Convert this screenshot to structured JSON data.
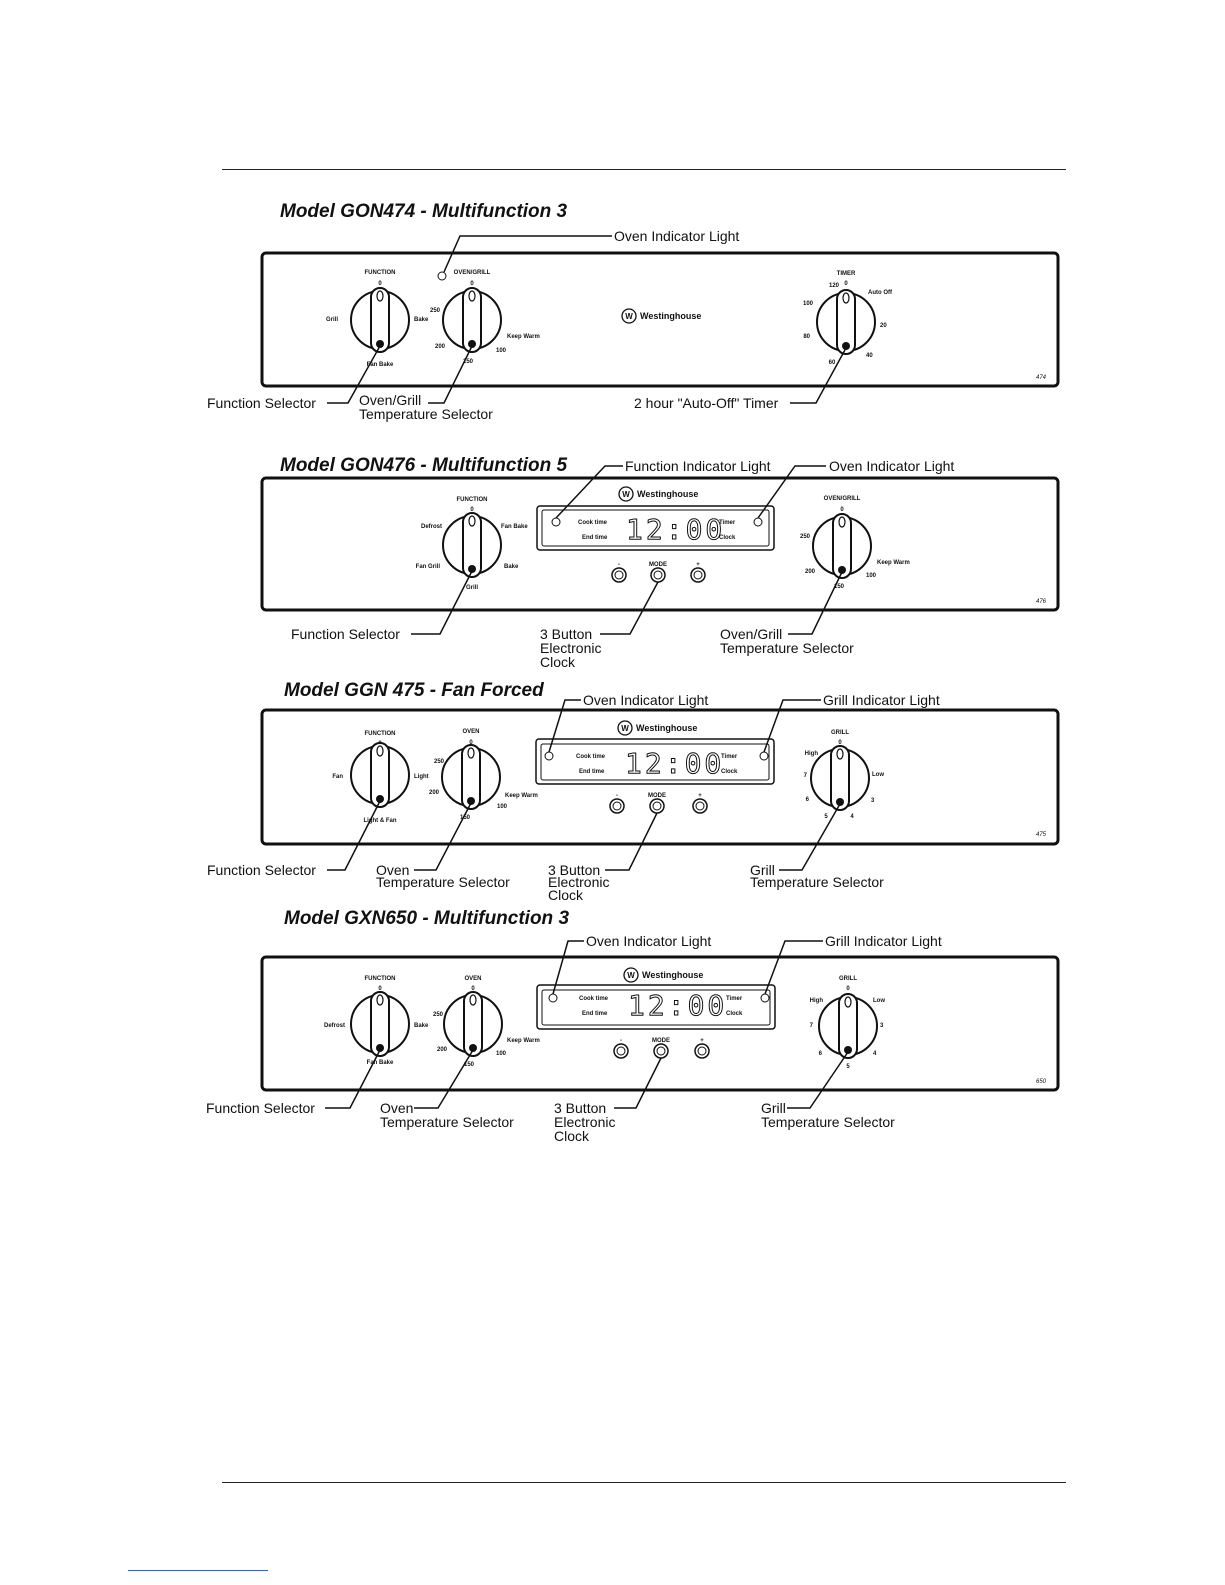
{
  "sections": [
    {
      "title": "Model  GON474  -  Multifunction 3",
      "model_code": "474",
      "brand": "Westinghouse",
      "knobs": [
        {
          "header": "FUNCTION",
          "labels": [
            "0",
            "Grill",
            "Bake",
            "Fan Bake"
          ]
        },
        {
          "header": "OVEN/GRILL",
          "labels": [
            "0",
            "250",
            "Keep Warm",
            "200",
            "100",
            "150"
          ]
        },
        {
          "header": "TIMER",
          "labels": [
            "120",
            "0",
            "Auto Off",
            "100",
            "20",
            "80",
            "40",
            "60"
          ]
        }
      ],
      "callouts": [
        "Oven Indicator Light",
        "Function Selector",
        "Oven/Grill",
        "Temperature Selector",
        "2 hour \"Auto-Off\" Timer"
      ]
    },
    {
      "title": "Model  GON476  -  Multifunction 5",
      "model_code": "476",
      "brand": "Westinghouse",
      "knobs": [
        {
          "header": "FUNCTION",
          "labels": [
            "0",
            "Defrost",
            "Fan Bake",
            "Fan Grill",
            "Bake",
            "Grill"
          ]
        },
        {
          "header": "OVEN/GRILL",
          "labels": [
            "0",
            "250",
            "Keep Warm",
            "200",
            "100",
            "150"
          ]
        }
      ],
      "clock": {
        "time": "12:00",
        "left_top": "Cook time",
        "left_bottom": "End time",
        "right_top": "Timer",
        "right_bottom": "Clock",
        "buttons": [
          "-",
          "MODE",
          "+"
        ]
      },
      "callouts": [
        "Function Indicator Light",
        "Oven Indicator Light",
        "Function Selector",
        "3 Button",
        "Electronic",
        "Clock",
        "Oven/Grill",
        "Temperature Selector"
      ]
    },
    {
      "title": "Model  GGN 475 - Fan Forced",
      "model_code": "475",
      "brand": "Westinghouse",
      "knobs": [
        {
          "header": "FUNCTION",
          "labels": [
            "0",
            "Fan",
            "Light",
            "Light & Fan"
          ]
        },
        {
          "header": "OVEN",
          "labels": [
            "0",
            "250",
            "200",
            "Keep Warm",
            "100",
            "150"
          ]
        },
        {
          "header": "GRILL",
          "labels": [
            "0",
            "High",
            "Low",
            "7",
            "3",
            "6",
            "4",
            "5"
          ]
        }
      ],
      "clock": {
        "time": "12:00",
        "left_top": "Cook time",
        "left_bottom": "End time",
        "right_top": "Timer",
        "right_bottom": "Clock",
        "buttons": [
          "-",
          "MODE",
          "+"
        ]
      },
      "callouts": [
        "Oven Indicator Light",
        "Grill Indicator Light",
        "Function Selector",
        "Oven",
        "Temperature Selector",
        "3 Button",
        "Electronic",
        "Clock",
        "Grill",
        "Temperature Selector"
      ]
    },
    {
      "title": "Model  GXN650  -  Multifunction 3",
      "model_code": "650",
      "brand": "Westinghouse",
      "knobs": [
        {
          "header": "FUNCTION",
          "labels": [
            "0",
            "Defrost",
            "Bake",
            "Fan Bake"
          ]
        },
        {
          "header": "OVEN",
          "labels": [
            "0",
            "250",
            "Keep Warm",
            "200",
            "100",
            "150"
          ]
        },
        {
          "header": "GRILL",
          "labels": [
            "0",
            "High",
            "Low",
            "7",
            "3",
            "6",
            "4",
            "5"
          ]
        }
      ],
      "clock": {
        "time": "12:00",
        "left_top": "Cook time",
        "left_bottom": "End time",
        "right_top": "Timer",
        "right_bottom": "Clock",
        "buttons": [
          "-",
          "MODE",
          "+"
        ]
      },
      "callouts": [
        "Oven Indicator Light",
        "Grill Indicator Light",
        "Function Selector",
        "Oven",
        "Temperature Selector",
        "3 Button",
        "Electronic",
        "Clock",
        "Grill",
        "Temperature Selector"
      ]
    }
  ]
}
